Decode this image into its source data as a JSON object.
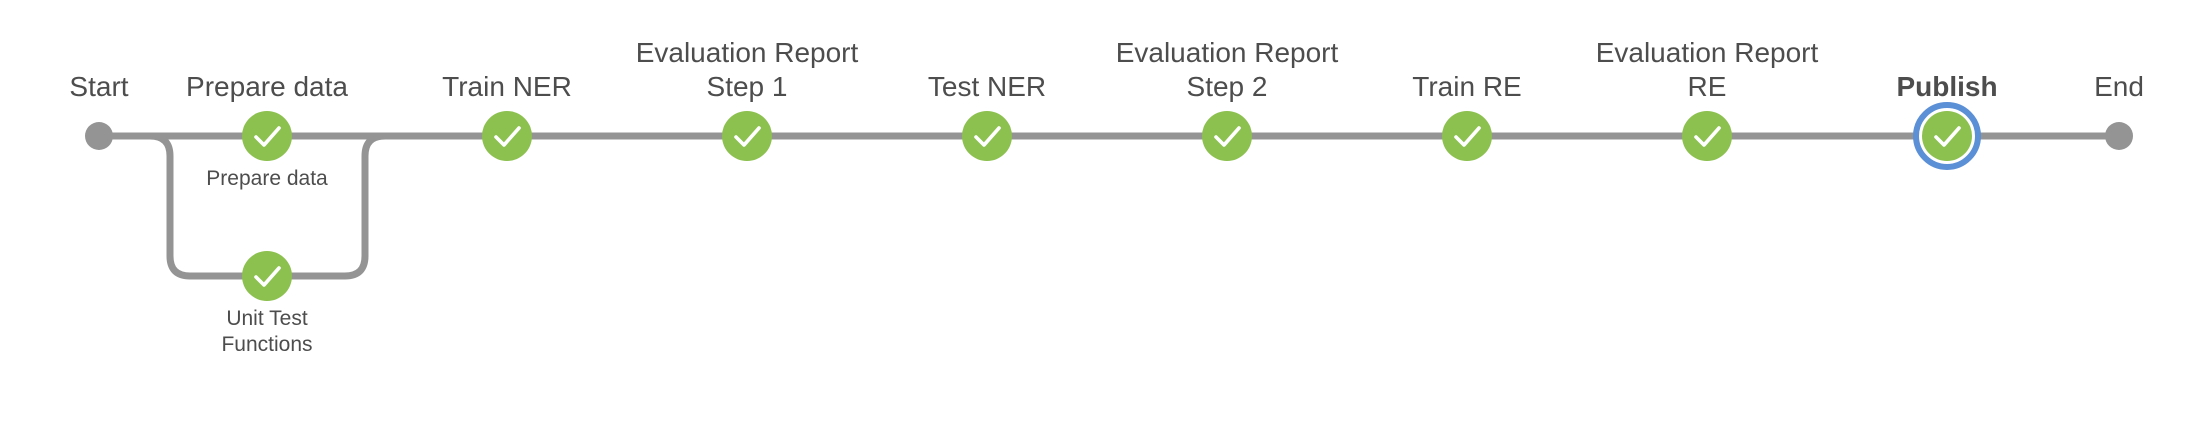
{
  "pipeline": {
    "colors": {
      "track": "#949494",
      "success": "#8cc04f",
      "terminal": "#949494",
      "selected_ring": "#5b8fd6",
      "check": "#ffffff",
      "text": "#4d4d4d"
    },
    "start_label": "Start",
    "end_label": "End",
    "stages": [
      {
        "id": "prepare",
        "label_lines": [
          "Prepare data"
        ],
        "status": "success",
        "branches": [
          {
            "label_lines": [
              "Prepare data"
            ],
            "status": "success"
          },
          {
            "label_lines": [
              "Unit Test",
              "Functions"
            ],
            "status": "success"
          }
        ]
      },
      {
        "id": "train-ner",
        "label_lines": [
          "Train NER"
        ],
        "status": "success"
      },
      {
        "id": "eval-step1",
        "label_lines": [
          "Evaluation Report",
          "Step 1"
        ],
        "status": "success"
      },
      {
        "id": "test-ner",
        "label_lines": [
          "Test NER"
        ],
        "status": "success"
      },
      {
        "id": "eval-step2",
        "label_lines": [
          "Evaluation Report",
          "Step 2"
        ],
        "status": "success"
      },
      {
        "id": "train-re",
        "label_lines": [
          "Train RE"
        ],
        "status": "success"
      },
      {
        "id": "eval-re",
        "label_lines": [
          "Evaluation Report",
          "RE"
        ],
        "status": "success"
      },
      {
        "id": "publish",
        "label_lines": [
          "Publish"
        ],
        "status": "success",
        "selected": true
      }
    ]
  }
}
